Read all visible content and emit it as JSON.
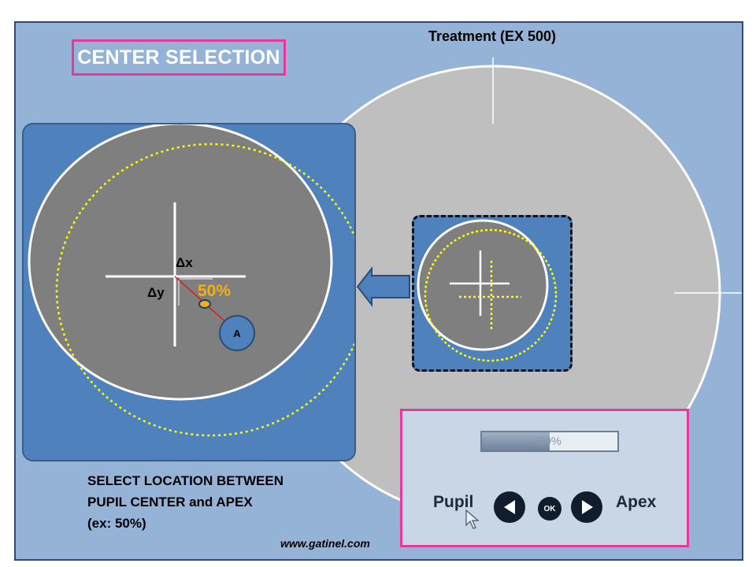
{
  "title": "CENTER SELECTION",
  "treatment_title": "Treatment (EX 500)",
  "zoom": {
    "delta_x": "Δx",
    "delta_y": "Δy",
    "percent": "50%",
    "apex_marker": "A"
  },
  "instructions": {
    "line1": "SELECT LOCATION BETWEEN",
    "line2": "PUPIL CENTER and APEX",
    "line3": "(ex: 50%)"
  },
  "website": "www.gatinel.com",
  "control": {
    "progress_value": 0.5,
    "progress_text": "50%",
    "pupil_label": "Pupil",
    "apex_label": "Apex",
    "ok_label": "OK"
  },
  "colors": {
    "background": "#95b3d7",
    "panel_blue": "#4f81bd",
    "pupil_gray": "#7f7f7f",
    "treatment_gray": "#bfbfbf",
    "dotted_yellow": "#ffff00",
    "percent_orange": "#f2b10f",
    "highlight_pink": "#e6399b"
  },
  "icons": [
    "arrow-left-icon",
    "triangle-left-icon",
    "triangle-right-icon",
    "mouse-cursor-icon"
  ]
}
